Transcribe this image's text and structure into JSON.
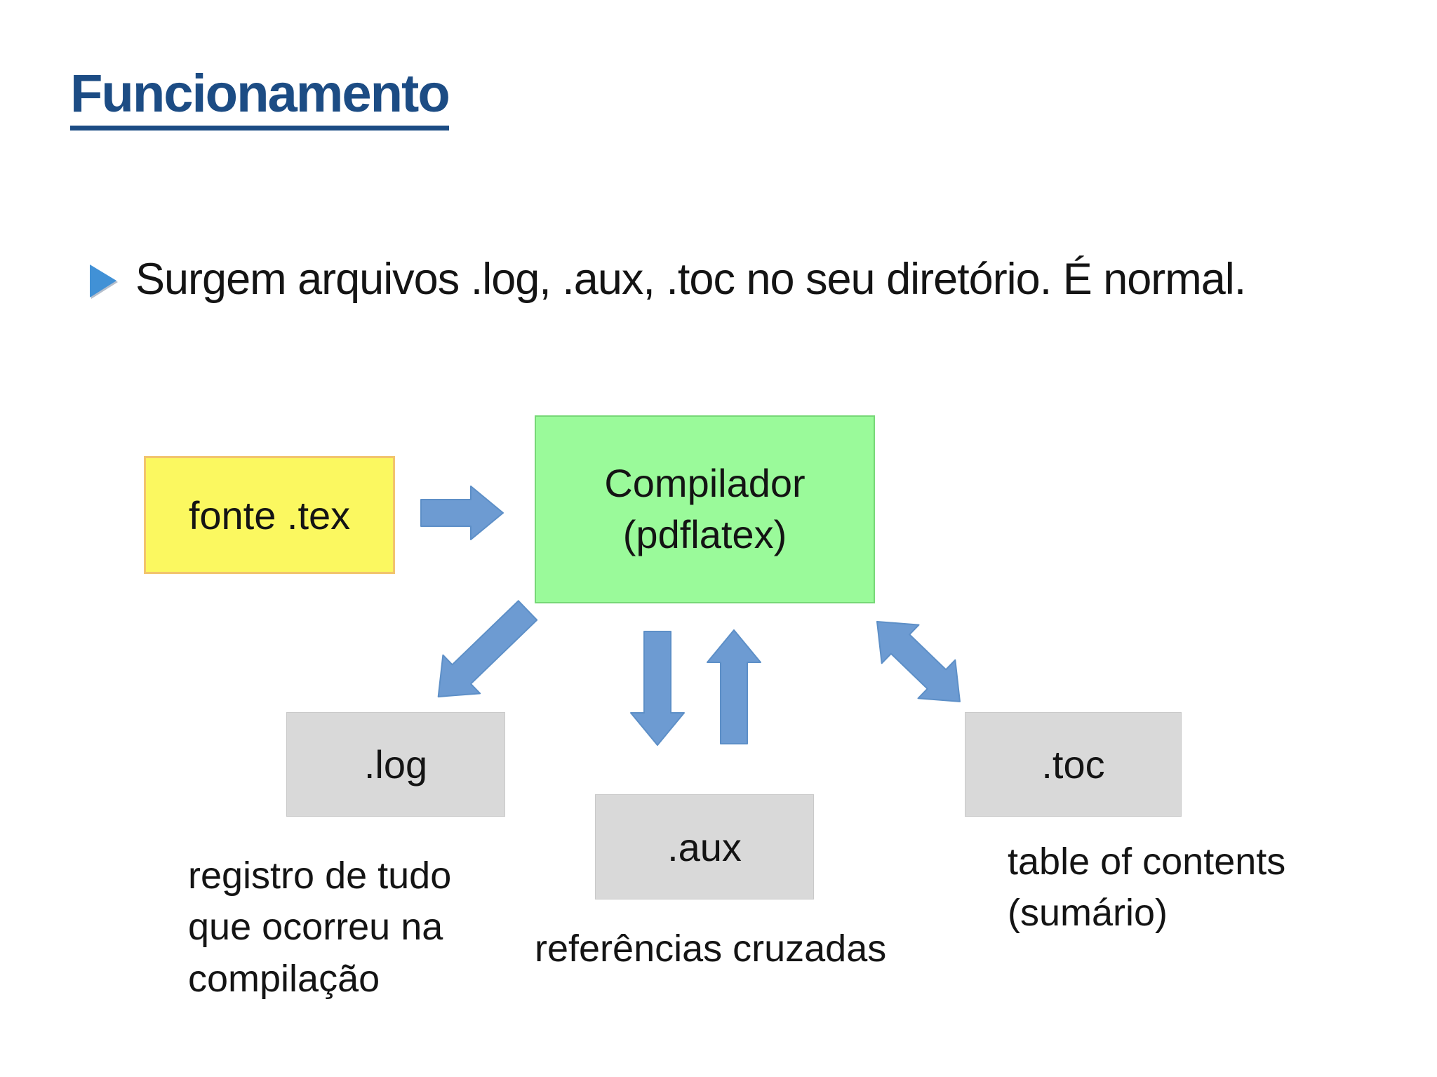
{
  "slide": {
    "title": "Funcionamento",
    "bullet_text": "Surgem arquivos .log, .aux, .toc no seu diretório. É normal."
  },
  "diagram": {
    "fonte": {
      "label": "fonte .tex"
    },
    "compilador": {
      "line1": "Compilador",
      "line2": "(pdflatex)"
    },
    "log": {
      "label": ".log"
    },
    "aux": {
      "label": ".aux"
    },
    "toc": {
      "label": ".toc"
    },
    "captions": {
      "log": {
        "lines": [
          "registro de tudo",
          "que ocorreu na",
          "compilação"
        ]
      },
      "aux": {
        "lines": [
          "referências cruzadas"
        ]
      },
      "toc": {
        "lines": [
          "table of contents",
          "(sumário)"
        ]
      }
    },
    "arrows": [
      {
        "name": "fonte-to-compilador",
        "direction": "right"
      },
      {
        "name": "compilador-to-log",
        "direction": "down-left"
      },
      {
        "name": "compilador-to-aux",
        "direction": "down"
      },
      {
        "name": "aux-to-compilador",
        "direction": "up"
      },
      {
        "name": "compilador-toc-bidirectional",
        "direction": "diagonal-both"
      }
    ]
  },
  "colors": {
    "title_blue": "#1c4c84",
    "text_black": "#141414",
    "bullet_blue": "#4191d6",
    "arrow_blue": "#6d9bd2",
    "arrow_edge": "#5d8fc7",
    "node_yellow": "#fbf860",
    "node_yellow_border": "#f2c46d",
    "node_green": "#9afa9a",
    "node_green_border": "#77d877",
    "node_gray": "#d9d9d9",
    "node_gray_border": "#c9c9c9"
  }
}
